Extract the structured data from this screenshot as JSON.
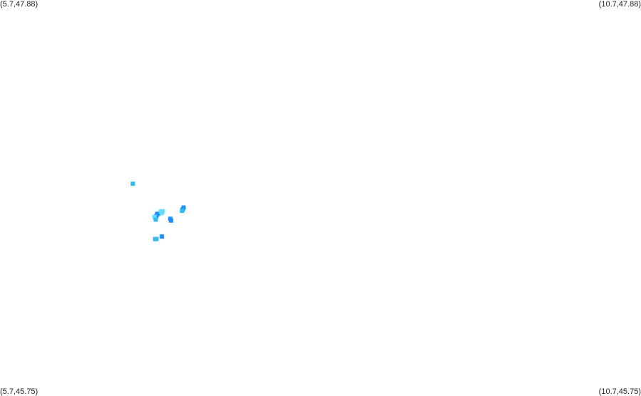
{
  "map": {
    "corners": {
      "top_left": "(5.7,47.88)",
      "top_right": "(10.7,47.88)",
      "bottom_left": "(5.7,45.75)",
      "bottom_right": "(10.7,45.75)"
    },
    "extent": {
      "lon_min": 5.7,
      "lon_max": 10.7,
      "lat_min": 45.75,
      "lat_max": 47.88
    },
    "colors": {
      "light": "#66ddff",
      "medium": "#33bbee",
      "dark": "#1e90ff",
      "pale": "#88eeff"
    },
    "points": [
      {
        "lon": 6.736,
        "lat": 46.885,
        "color": "medium"
      },
      {
        "lon": 6.913,
        "lat": 46.7,
        "color": "medium"
      },
      {
        "lon": 6.92,
        "lat": 46.71,
        "color": "dark"
      },
      {
        "lon": 6.925,
        "lat": 46.72,
        "color": "dark"
      },
      {
        "lon": 6.935,
        "lat": 46.722,
        "color": "dark"
      },
      {
        "lon": 6.905,
        "lat": 46.705,
        "color": "light"
      },
      {
        "lon": 6.915,
        "lat": 46.69,
        "color": "medium"
      },
      {
        "lon": 6.962,
        "lat": 46.726,
        "color": "light"
      },
      {
        "lon": 6.955,
        "lat": 46.735,
        "color": "light"
      },
      {
        "lon": 6.968,
        "lat": 46.735,
        "color": "light"
      },
      {
        "lon": 7.028,
        "lat": 46.695,
        "color": "dark"
      },
      {
        "lon": 7.034,
        "lat": 46.685,
        "color": "dark"
      },
      {
        "lon": 7.125,
        "lat": 46.745,
        "color": "dark"
      },
      {
        "lon": 7.132,
        "lat": 46.755,
        "color": "dark"
      },
      {
        "lon": 7.12,
        "lat": 46.738,
        "color": "medium"
      },
      {
        "lon": 6.91,
        "lat": 46.585,
        "color": "medium"
      },
      {
        "lon": 6.92,
        "lat": 46.585,
        "color": "medium"
      },
      {
        "lon": 6.96,
        "lat": 46.6,
        "color": "pale"
      },
      {
        "lon": 6.963,
        "lat": 46.598,
        "color": "dark"
      }
    ]
  }
}
